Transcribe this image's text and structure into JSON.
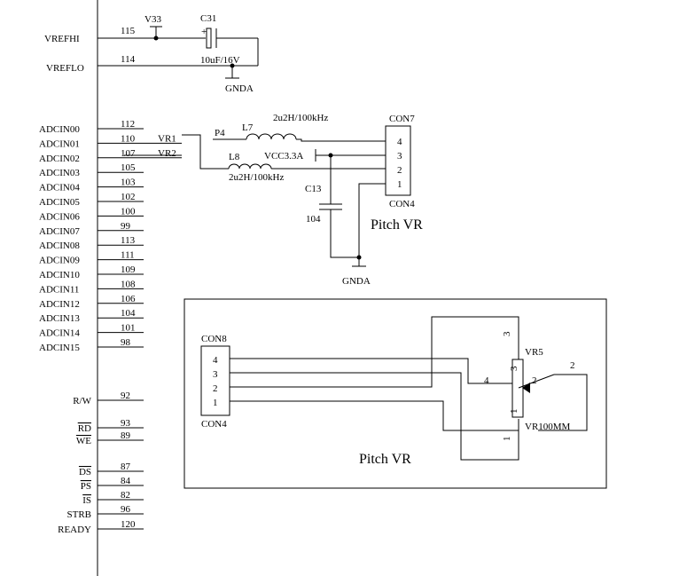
{
  "mcu": {
    "vref_pins": [
      {
        "name": "VREFHI",
        "number": "115"
      },
      {
        "name": "VREFLO",
        "number": "114"
      }
    ],
    "adc_pins": [
      {
        "name": "ADCIN00",
        "number": "112",
        "net": ""
      },
      {
        "name": "ADCIN01",
        "number": "110",
        "net": "VR1"
      },
      {
        "name": "ADCIN02",
        "number": "107",
        "net": "VR2"
      },
      {
        "name": "ADCIN03",
        "number": "105",
        "net": ""
      },
      {
        "name": "ADCIN04",
        "number": "103",
        "net": ""
      },
      {
        "name": "ADCIN05",
        "number": "102",
        "net": ""
      },
      {
        "name": "ADCIN06",
        "number": "100",
        "net": ""
      },
      {
        "name": "ADCIN07",
        "number": "99",
        "net": ""
      },
      {
        "name": "ADCIN08",
        "number": "113",
        "net": ""
      },
      {
        "name": "ADCIN09",
        "number": "111",
        "net": ""
      },
      {
        "name": "ADCIN10",
        "number": "109",
        "net": ""
      },
      {
        "name": "ADCIN11",
        "number": "108",
        "net": ""
      },
      {
        "name": "ADCIN12",
        "number": "106",
        "net": ""
      },
      {
        "name": "ADCIN13",
        "number": "104",
        "net": ""
      },
      {
        "name": "ADCIN14",
        "number": "101",
        "net": ""
      },
      {
        "name": "ADCIN15",
        "number": "98",
        "net": ""
      }
    ],
    "ctrl_pins": [
      {
        "name": "R/W",
        "number": "92",
        "overline": false
      },
      {
        "name": "RD",
        "number": "93",
        "overline": true
      },
      {
        "name": "WE",
        "number": "89",
        "overline": true
      },
      {
        "name": "DS",
        "number": "87",
        "overline": true
      },
      {
        "name": "PS",
        "number": "84",
        "overline": true
      },
      {
        "name": "IS",
        "number": "82",
        "overline": true
      },
      {
        "name": "STRB",
        "number": "96",
        "overline": false
      },
      {
        "name": "READY",
        "number": "120",
        "overline": false
      }
    ]
  },
  "vref_circuit": {
    "v33_label": "V33",
    "cap_ref": "C31",
    "cap_plus": "+",
    "cap_value": "10uF/16V",
    "gnd_label": "GNDA"
  },
  "pitch_circuit": {
    "p4_label": "P4",
    "l7_ref": "L7",
    "l7_value": "2u2H/100kHz",
    "l8_ref": "L8",
    "l8_value": "2u2H/100kHz",
    "vcc_label": "VCC3.3A",
    "c13_ref": "C13",
    "c13_value": "104",
    "con7_ref": "CON7",
    "con7_pins": [
      "4",
      "3",
      "2",
      "1"
    ],
    "con7_type": "CON4",
    "caption": "Pitch VR",
    "gnd_label": "GNDA"
  },
  "pitch_module": {
    "con8_ref": "CON8",
    "con8_pins": [
      "4",
      "3",
      "2",
      "1"
    ],
    "con8_type": "CON4",
    "vr_ref": "VR5",
    "vr_value": "VR100MM",
    "pin_numbers": [
      "3",
      "2",
      "1",
      "4",
      "2",
      "3",
      "1"
    ],
    "caption": "Pitch VR"
  }
}
